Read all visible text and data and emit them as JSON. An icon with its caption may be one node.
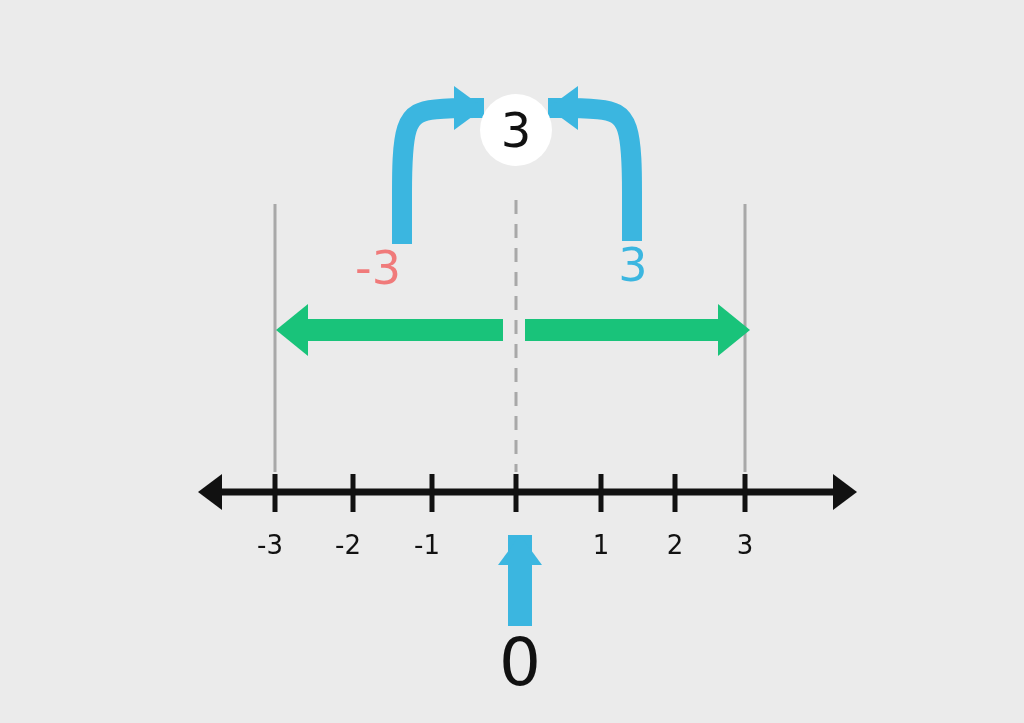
{
  "diagram": {
    "nodes": [
      {
        "text": [
          "3"
        ]
      },
      {
        "text": [
          "-3"
        ]
      },
      {
        "text": [
          "3"
        ]
      },
      {
        "text": [
          "0"
        ]
      }
    ],
    "edges": [
      {
        "from": 1,
        "to": 0,
        "arrow": "to"
      },
      {
        "from": 2,
        "to": 0,
        "arrow": "to"
      },
      {
        "from": 3,
        "to": null,
        "arrow": "to"
      }
    ],
    "labels": [
      "-3",
      "-2",
      "-1",
      "1",
      "2",
      "3"
    ]
  }
}
